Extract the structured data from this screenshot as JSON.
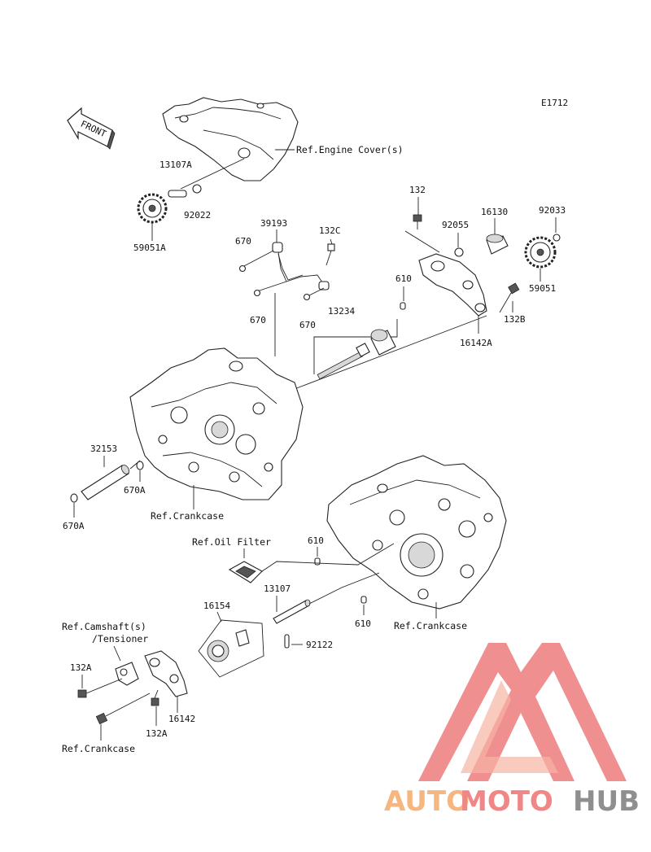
{
  "diagram_code": "E1712",
  "front_label": "FRONT",
  "parts": {
    "p13107A": "13107A",
    "p92022": "92022",
    "p59051A": "59051A",
    "p39193": "39193",
    "p132C": "132C",
    "p670_a": "670",
    "p670_b": "670",
    "p670_c": "670",
    "p132": "132",
    "p92055": "92055",
    "p16130": "16130",
    "p92033": "92033",
    "p610_top": "610",
    "p59051": "59051",
    "p132B": "132B",
    "p13234": "13234",
    "p16142A": "16142A",
    "p32153": "32153",
    "p670A_a": "670A",
    "p670A_b": "670A",
    "p610_mid": "610",
    "p610_low": "610",
    "p13107": "13107",
    "p16154": "16154",
    "p92122": "92122",
    "p132A_a": "132A",
    "p132A_b": "132A",
    "p16142": "16142"
  },
  "refs": {
    "engine_cover": "Ref.Engine Cover(s)",
    "crankcase_left": "Ref.Crankcase",
    "oil_filter": "Ref.Oil Filter",
    "crankcase_right": "Ref.Crankcase",
    "camshaft_line1": "Ref.Camshaft(s)",
    "camshaft_line2": "/Tensioner",
    "crankcase_bottom": "Ref.Crankcase"
  },
  "watermark": {
    "part1": "AUTO",
    "part2": "MOTO",
    "part3": "HUB",
    "color_orange": "#f6b37a",
    "color_red": "#f08080",
    "color_gray": "#8a8a8a"
  }
}
